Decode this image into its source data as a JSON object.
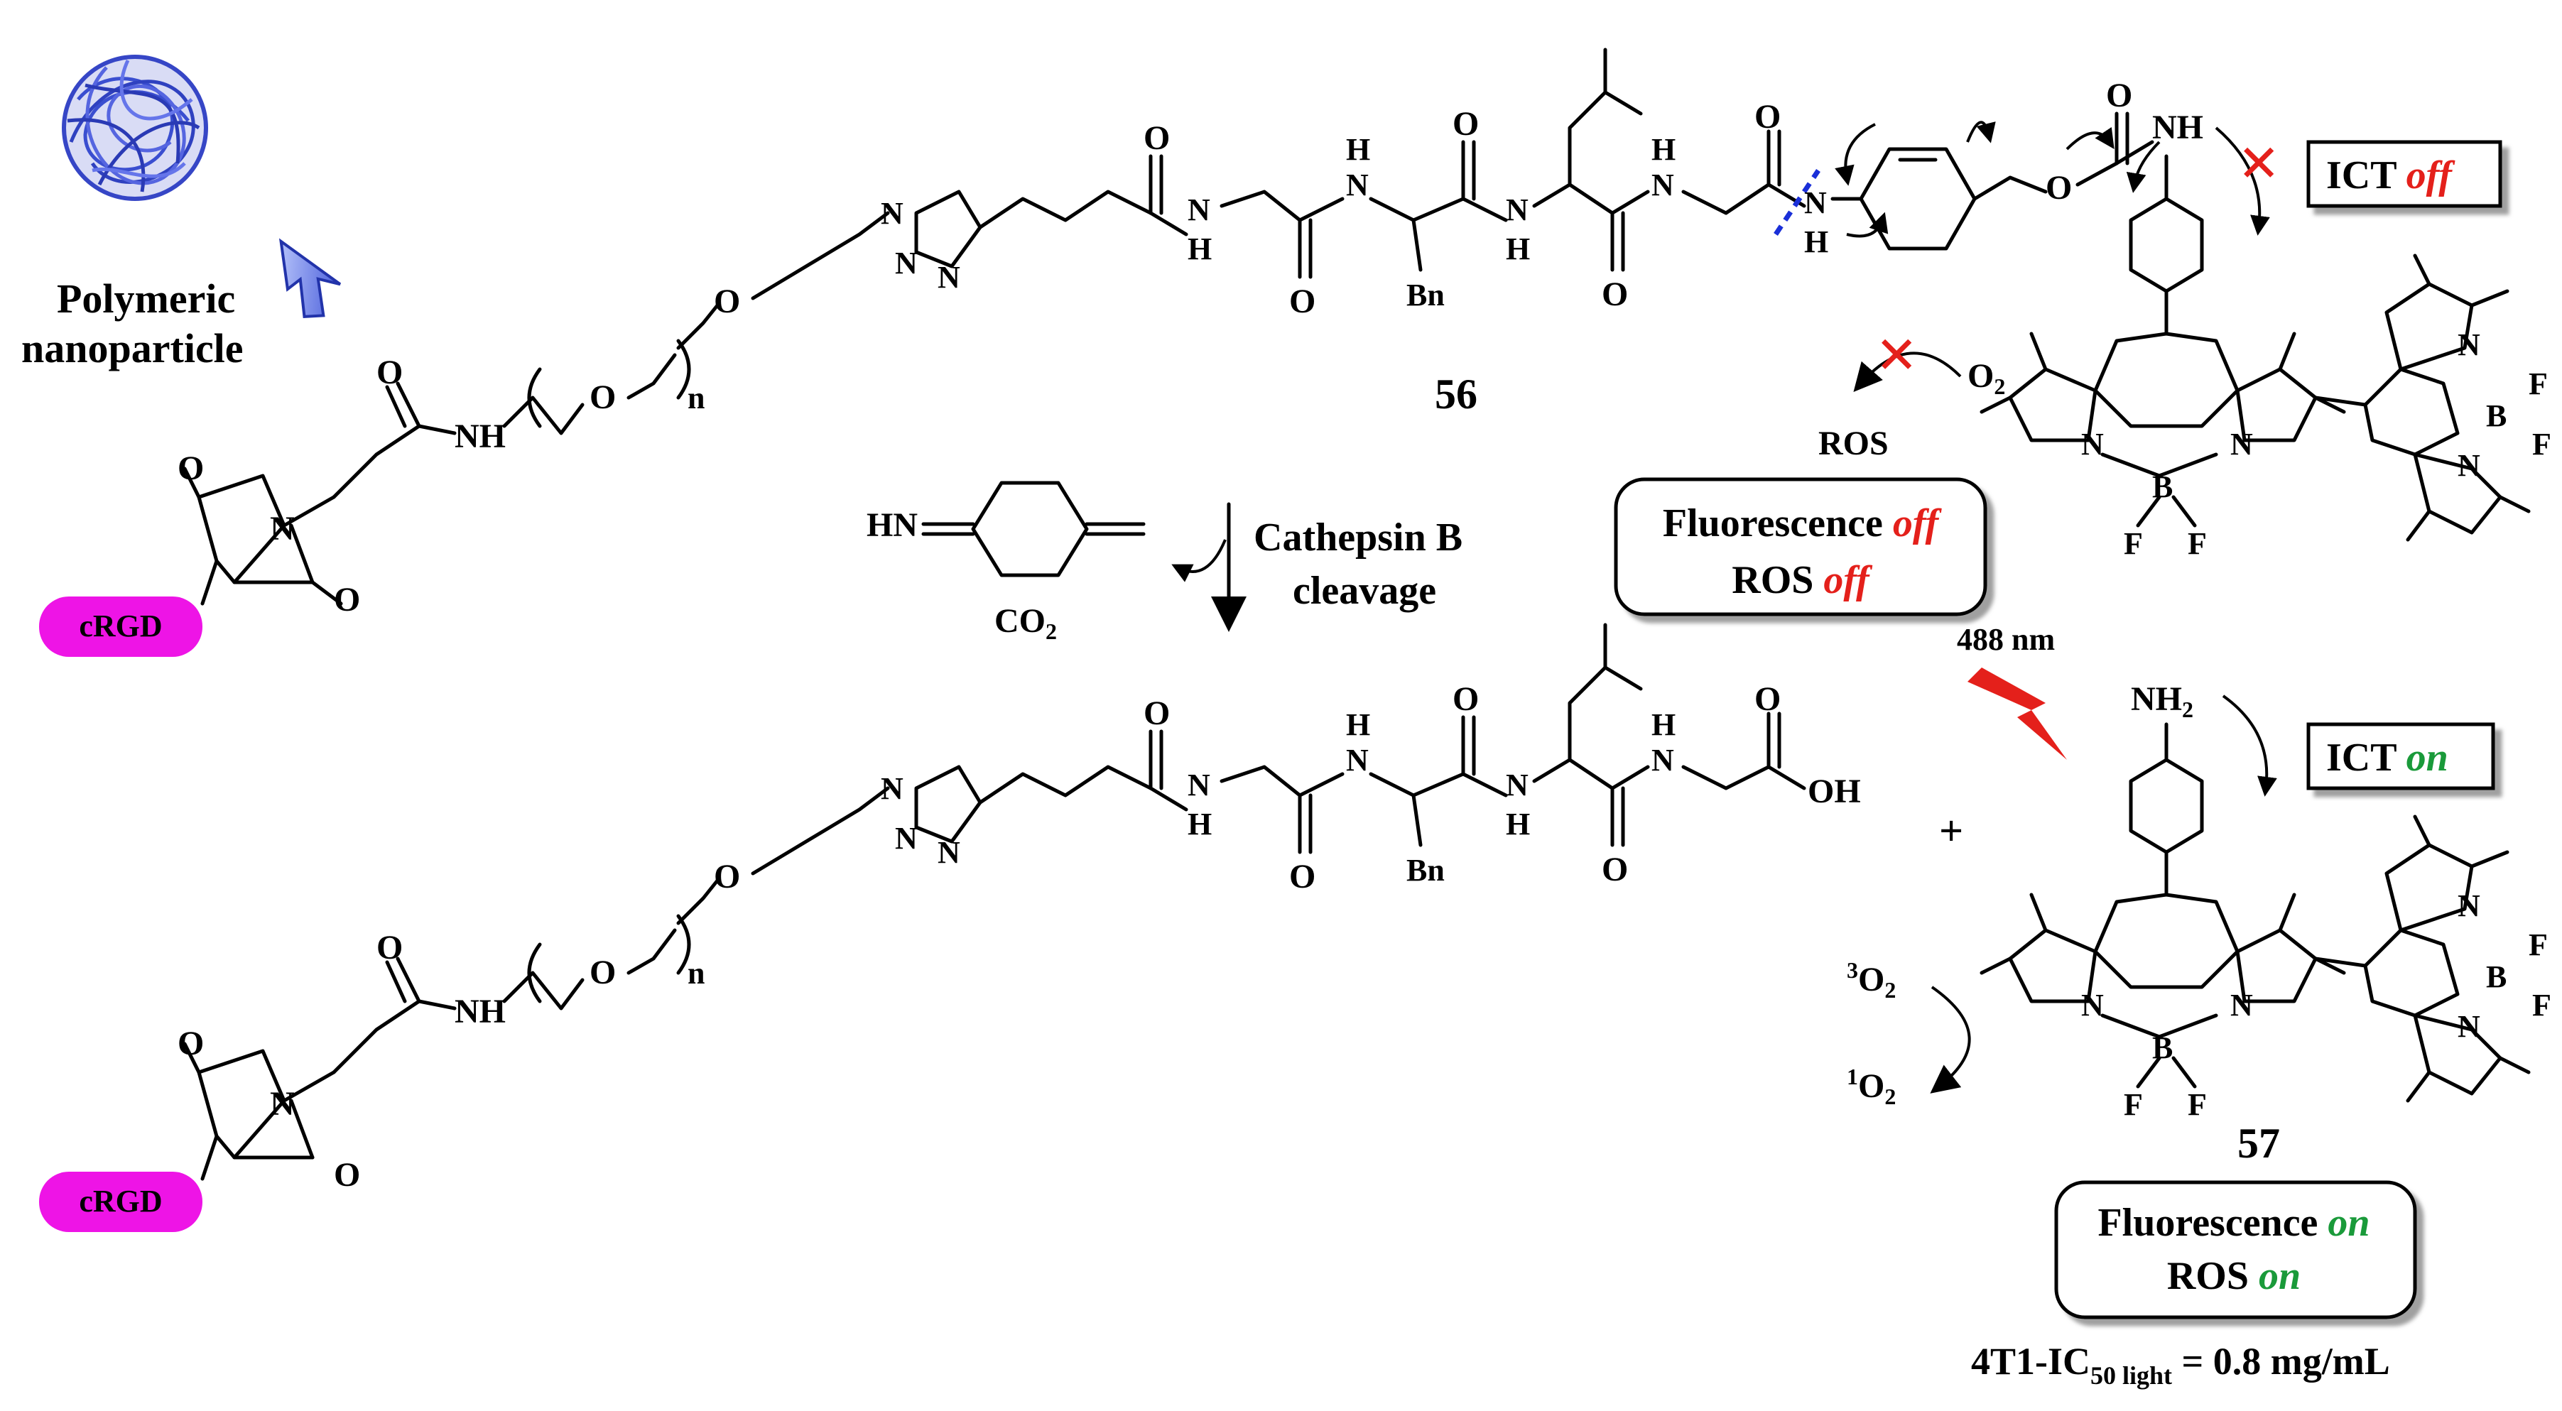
{
  "np_label": [
    "Polymeric",
    "nanoparticle"
  ],
  "cRGD": "cRGD",
  "subscript_n": "n",
  "atoms": {
    "NH": "NH",
    "N": "N",
    "H": "H",
    "O": "O",
    "Bn": "Bn",
    "B": "B",
    "F": "F",
    "OH": "OH",
    "HN": "HN",
    "NH2": "NH",
    "O2": "O",
    "CO2": "CO",
    "two": "2"
  },
  "compound_56": "56",
  "compound_57": "57",
  "plus": "+",
  "cleavage": [
    "Cathepsin B",
    "cleavage"
  ],
  "ros": "ROS",
  "wavelength": "488 nm",
  "ict_off": {
    "prefix": "ICT ",
    "state": "off"
  },
  "ict_on": {
    "prefix": "ICT ",
    "state": "on"
  },
  "state_off": {
    "line1_prefix": "Fluorescence ",
    "line1_state": "off",
    "line2_prefix": "ROS ",
    "line2_state": "off"
  },
  "state_on": {
    "line1_prefix": "Fluorescence ",
    "line1_state": "on",
    "line2_prefix": "ROS ",
    "line2_state": "on"
  },
  "triplet_o2": {
    "sup": "3",
    "main": "O",
    "sub": "2"
  },
  "singlet_o2": {
    "sup": "1",
    "main": "O",
    "sub": "2"
  },
  "ic50": {
    "main": "4T1-IC",
    "sub": "50 light",
    "value": " = 0.8 mg/mL"
  },
  "colors": {
    "off": "#e4201b",
    "on": "#1a9a3a",
    "cRGD_bg": "#ee14e6",
    "arrow_blue": "#4058d8",
    "cleavage_mark": "#1a2fd8",
    "bolt": "#e4201b"
  }
}
